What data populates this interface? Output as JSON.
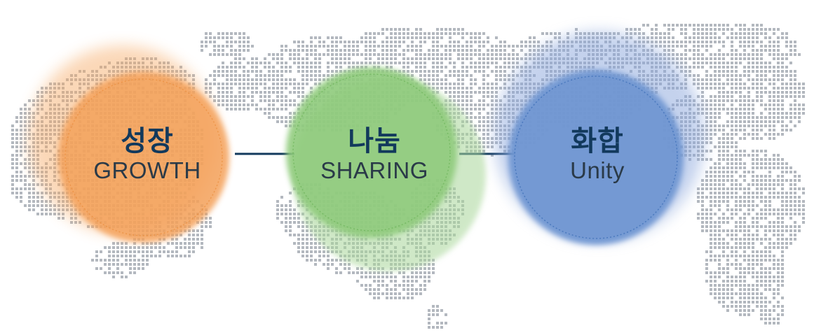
{
  "values": [
    {
      "korean": "성장",
      "english": "GROWTH",
      "color": "#f4a15a"
    },
    {
      "korean": "나눔",
      "english": "SHARING",
      "color": "#8fcb7c"
    },
    {
      "korean": "화합",
      "english": "Unity",
      "color": "#6f96d2"
    }
  ],
  "colors": {
    "heading_text": "#12395c",
    "body_text": "#2a3a48",
    "connector_line": "#12395c",
    "map_dots": "#b3b8bf"
  }
}
